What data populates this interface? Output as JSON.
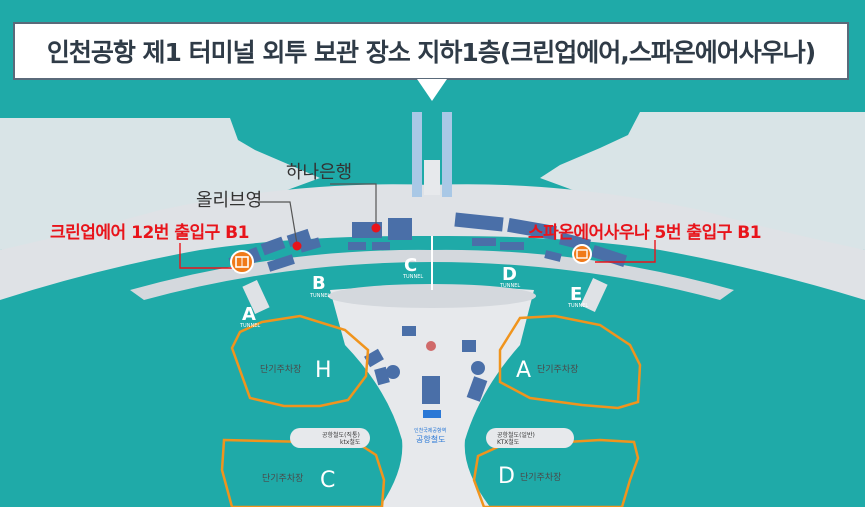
{
  "title": "인천공항 제1 터미널 외투 보관 장소 지하1층(크린업에어,스파온에어사우나)",
  "callouts": {
    "cleanup_air": "크린업에어 12번 출입구 B1",
    "spaon": "스파온에어사우나 5번 출입구 B1",
    "olive_young": "올리브영",
    "hana_bank": "하나은행"
  },
  "gates": {
    "A": {
      "letter": "A",
      "sub": "TUNNEL"
    },
    "B": {
      "letter": "B",
      "sub": "TUNNEL"
    },
    "C": {
      "letter": "C",
      "sub": "TUNNEL"
    },
    "D": {
      "letter": "D",
      "sub": "TUNNEL"
    },
    "E": {
      "letter": "E",
      "sub": "TUNNEL"
    }
  },
  "parking": {
    "H": {
      "letter": "H",
      "label": "단기주차장"
    },
    "A": {
      "letter": "A",
      "label": "단기주차장"
    },
    "C": {
      "letter": "C",
      "label": "단기주차장"
    },
    "D": {
      "letter": "D",
      "label": "단기주차장"
    }
  },
  "rail": {
    "left": {
      "line1": "공항철도(직통)",
      "line2": "ktx철도"
    },
    "right": {
      "line1": "공항철도(일반)",
      "line2": "KTX철도"
    },
    "center": {
      "line1": "인천국제공항역",
      "line2": "공항철도"
    }
  },
  "colors": {
    "background": "#1faaa8",
    "building": "#dfe2e6",
    "block": "#4a6fa8",
    "marker_red": "#e8141b",
    "marker_orange": "#f07a1a",
    "parking_outline": "#f0941d"
  },
  "icons": [
    "locker-icon",
    "locker-icon",
    "location-dot",
    "location-dot"
  ]
}
